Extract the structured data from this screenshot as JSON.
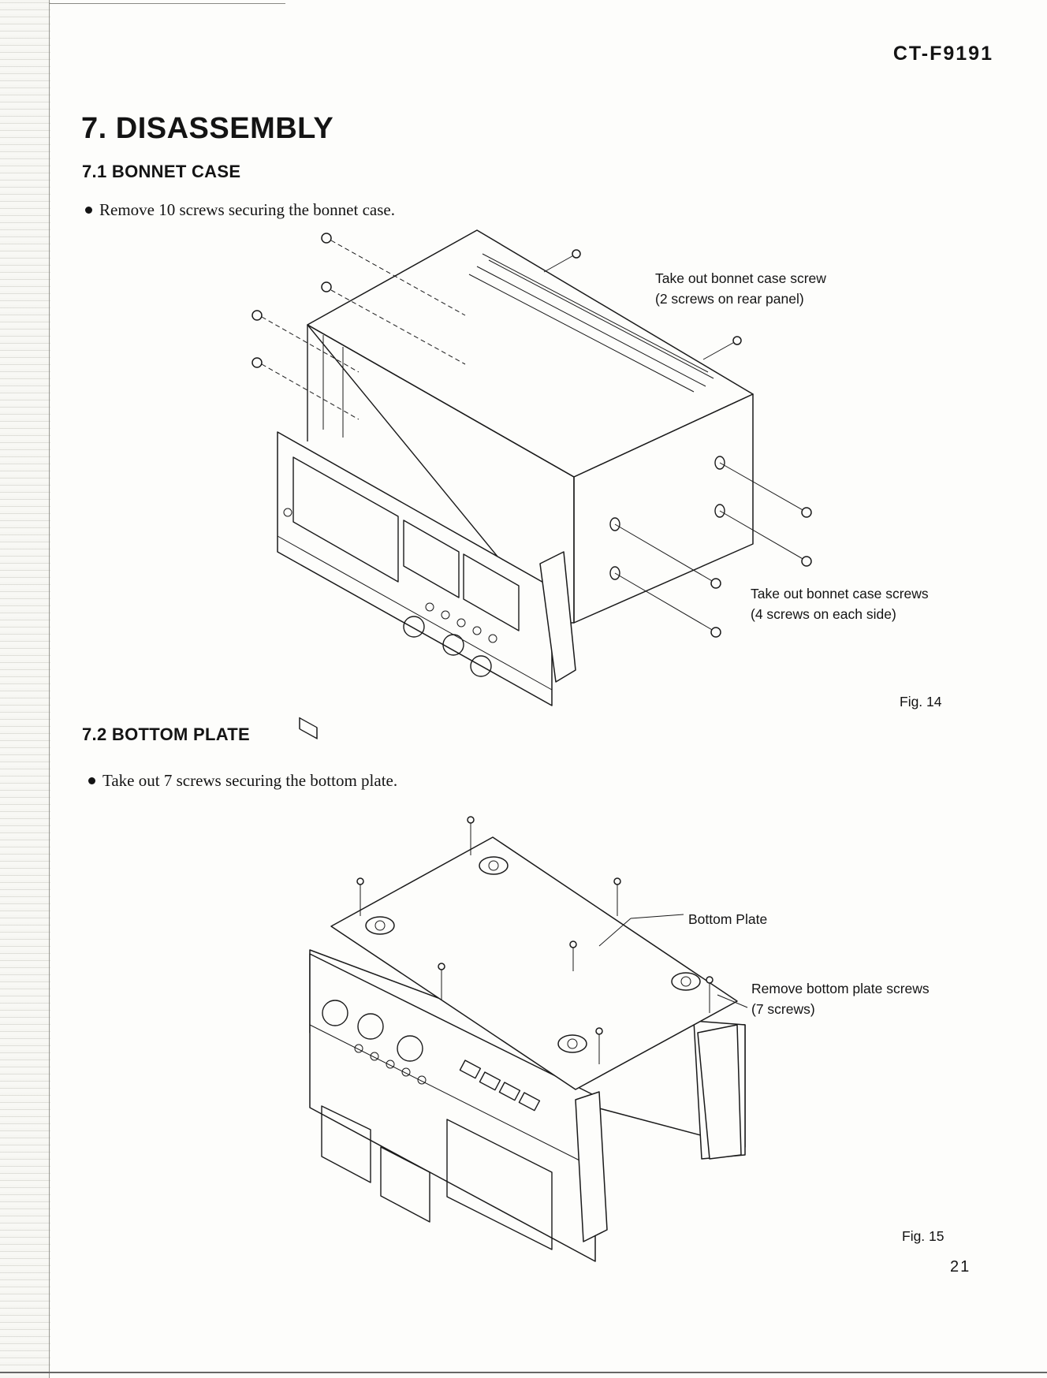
{
  "header": {
    "model": "CT-F9191"
  },
  "title": "7. DISASSEMBLY",
  "sections": [
    {
      "heading": "7.1  BONNET CASE",
      "instruction": "Remove 10 screws securing the bonnet case.",
      "callouts": [
        {
          "line1": "Take out bonnet case screw",
          "line2": "(2 screws on rear panel)"
        },
        {
          "line1": "Take out bonnet case screws",
          "line2": "(4 screws on each side)"
        }
      ],
      "figure_label": "Fig. 14"
    },
    {
      "heading": "7.2  BOTTOM PLATE",
      "instruction": "Take out 7 screws securing the bottom plate.",
      "callouts": [
        {
          "line1": "Bottom Plate"
        },
        {
          "line1": "Remove bottom plate screws",
          "line2": "(7 screws)"
        }
      ],
      "figure_label": "Fig. 15"
    }
  ],
  "footer": {
    "page_number": "21"
  }
}
